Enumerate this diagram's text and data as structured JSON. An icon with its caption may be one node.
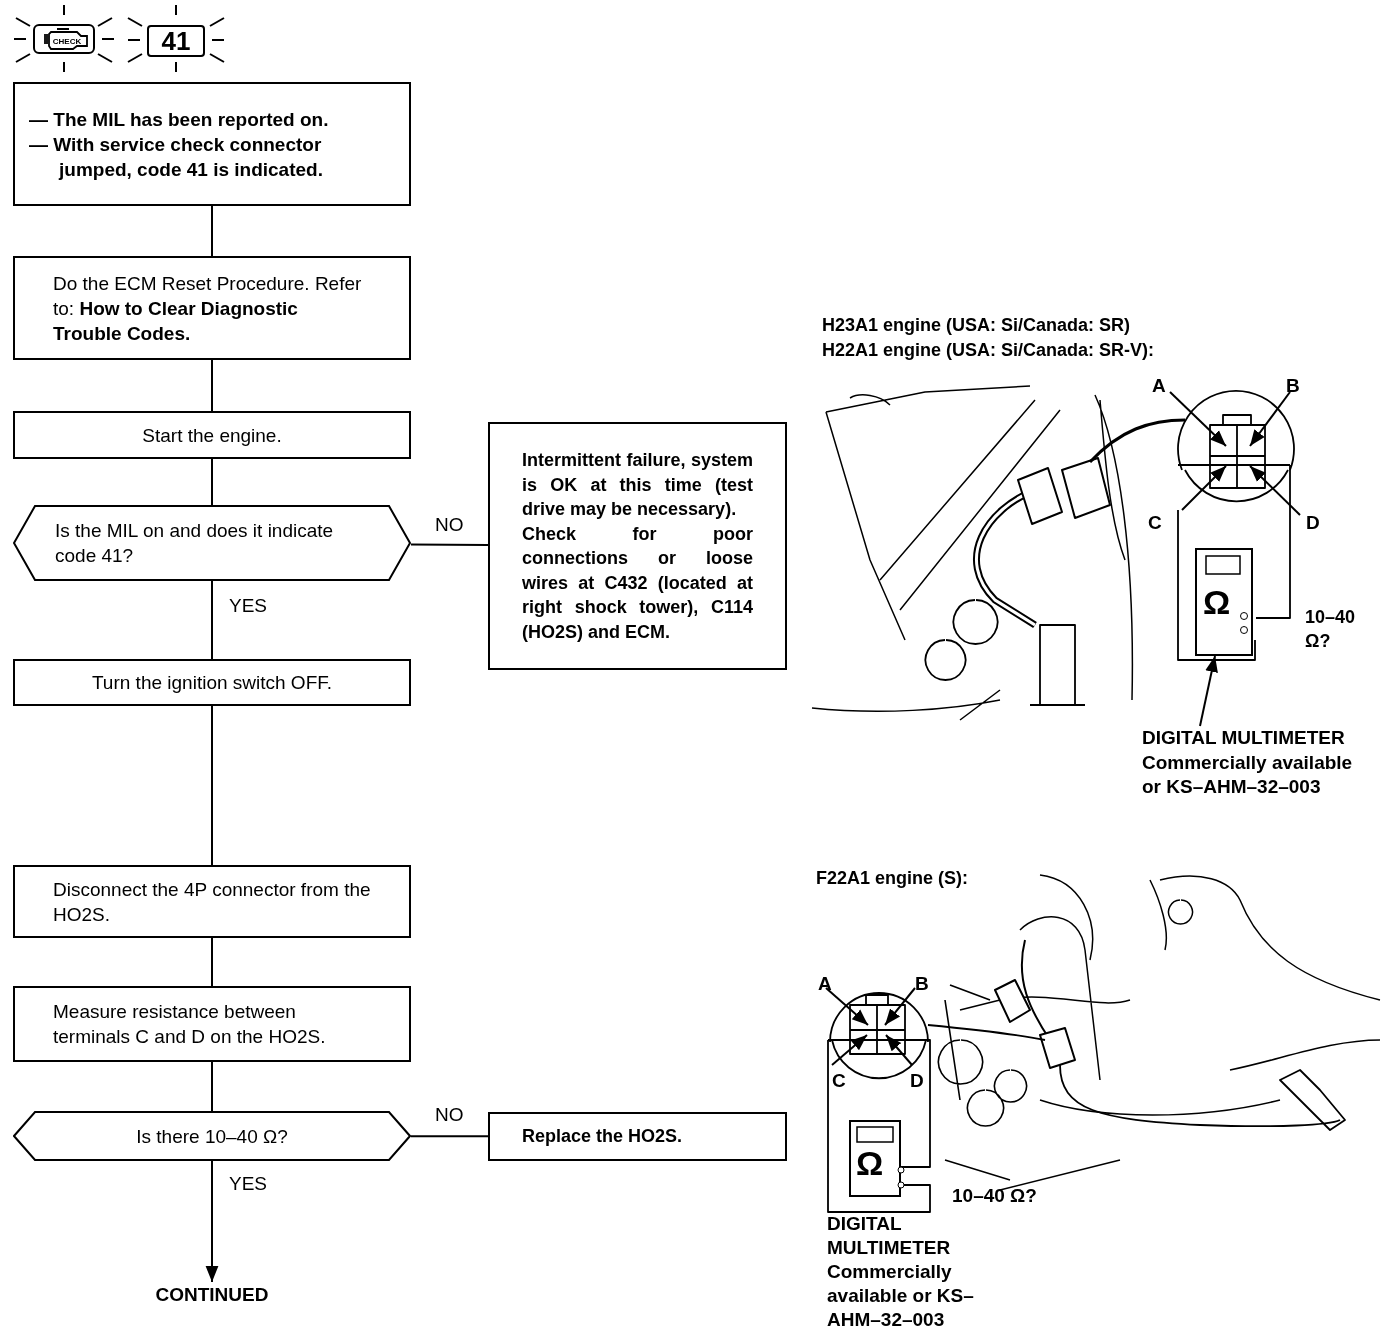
{
  "diagram": {
    "nodes": [
      {
        "text": [
          "CHECK"
        ]
      },
      {
        "text": [
          "41"
        ]
      },
      {
        "text": [
          "— The MIL has been reported on.",
          "— With service check connector jumped, code 41 is indicated."
        ]
      },
      {
        "text": [
          "Do the ECM Reset Procedure. Refer to: **How to Clear Diagnostic Trouble Codes.**"
        ]
      },
      {
        "text": [
          "Start the engine."
        ]
      },
      {
        "text": [
          "Is the MIL on and does it indicate code 41?"
        ]
      },
      {
        "text": [
          "Intermittent failure, system is OK at this time (test drive may be necessary).",
          "Check for poor connections or loose wires at C432 (located at right shock tower), C114 (HO2S) and ECM."
        ]
      },
      {
        "text": [
          "Turn the ignition switch OFF."
        ]
      },
      {
        "text": [
          "Disconnect the 4P connector from the HO2S."
        ]
      },
      {
        "text": [
          "Measure resistance between terminals C and D on the HO2S."
        ]
      },
      {
        "text": [
          "Is there 10–40 Ω?"
        ]
      },
      {
        "text": [
          "Replace the HO2S."
        ]
      },
      {
        "text": [
          "CONTINUED"
        ]
      },
      {
        "text": [
          "DIGITAL MULTIMETER",
          "Commercially available or KS–AHM–32–003"
        ]
      },
      {
        "text": [],
        "shape": "picture"
      }
    ],
    "edges": [
      {
        "from": 2,
        "to": 3,
        "arrow": "none"
      },
      {
        "from": 3,
        "to": 4,
        "arrow": "none"
      },
      {
        "from": 4,
        "to": 5,
        "arrow": "none"
      },
      {
        "from": 5,
        "to": 6,
        "arrow": "none",
        "label": "NO"
      },
      {
        "from": 5,
        "to": 7,
        "arrow": "none",
        "label": "YES"
      },
      {
        "from": 7,
        "to": 8,
        "arrow": "none"
      },
      {
        "from": 8,
        "to": 9,
        "arrow": "none"
      },
      {
        "from": 9,
        "to": 10,
        "arrow": "none"
      },
      {
        "from": 10,
        "to": 11,
        "arrow": "none",
        "label": "NO"
      },
      {
        "from": 10,
        "to": 12,
        "arrow": "to",
        "label": "YES"
      },
      {
        "from": 13,
        "to": 14,
        "arrow": "to"
      }
    ],
    "labels": [
      "H23A1 engine (USA: Si/Canada: SR)",
      "H22A1 engine (USA: Si/Canada: SR-V):",
      "A",
      "B",
      "C",
      "D",
      "Ω",
      "10–40 Ω?",
      "F22A1 engine (S):",
      "A",
      "B",
      "C",
      "D",
      "Ω",
      "10–40 Ω?",
      "DIGITAL MULTIMETER",
      "Commercially available or KS–AHM–32–003"
    ]
  }
}
